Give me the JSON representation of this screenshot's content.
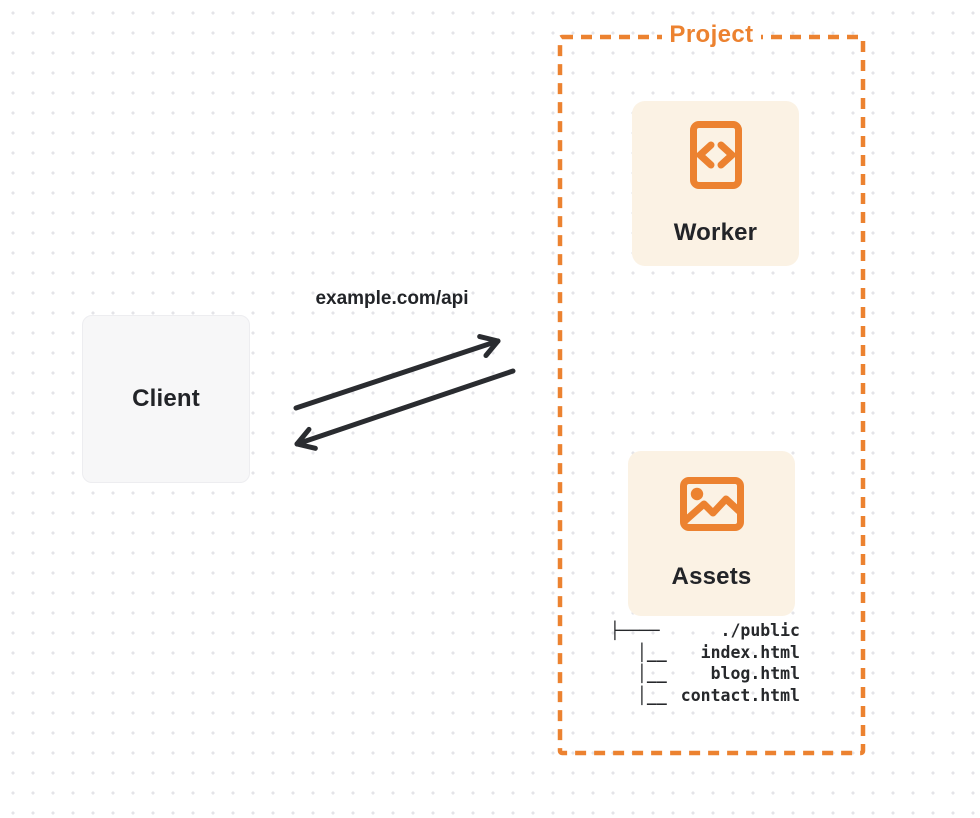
{
  "canvas": {
    "colors": {
      "accent_orange": "#ec8230",
      "card_cream": "#fbf2e4",
      "client_gray": "#f7f7f8",
      "ink": "#26282b",
      "dot_grid": "#e4e4e8"
    }
  },
  "client": {
    "label": "Client"
  },
  "request": {
    "label": "example.com/api"
  },
  "project": {
    "label": "Project",
    "worker": {
      "label": "Worker",
      "icon": "code-document-icon"
    },
    "assets": {
      "label": "Assets",
      "icon": "image-icon"
    },
    "file_tree": {
      "root": {
        "glyph": "├────",
        "name": "./public"
      },
      "files": [
        {
          "glyph": "│__",
          "name": "index.html"
        },
        {
          "glyph": "│__",
          "name": "blog.html"
        },
        {
          "glyph": "│__",
          "name": "contact.html"
        }
      ]
    }
  }
}
